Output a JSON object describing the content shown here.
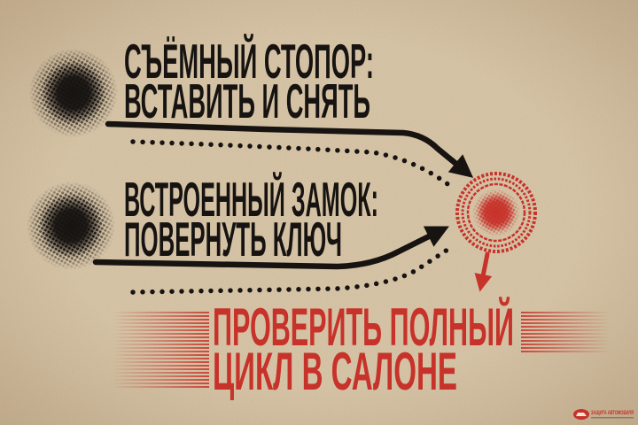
{
  "poster": {
    "option_1": {
      "line_1": "СЪЁМНЫЙ СТОПОР:",
      "line_2": "ВСТАВИТЬ И СНЯТЬ"
    },
    "option_2": {
      "line_1": "ВСТРОЕННЫЙ ЗАМОК:",
      "line_2": "ПОВЕРНУТЬ КЛЮЧ"
    },
    "conclusion": {
      "line_1": "ПРОВЕРИТЬ ПОЛНЫЙ",
      "line_2": "ЦИКЛ В САЛОНЕ"
    },
    "logo": {
      "text": "ЗАЩИТА АВТОМОБИЛЯ"
    }
  },
  "icons": {
    "start_point": "halftone-dot-icon",
    "goal": "target-icon",
    "logo": "car-emblem-icon"
  },
  "colors": {
    "background": "#d9c6a8",
    "ink": "#161311",
    "accent": "#c7322a"
  }
}
